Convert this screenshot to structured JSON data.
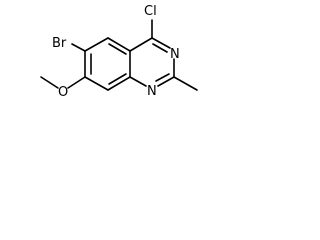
{
  "molecule": {
    "atoms": {
      "chlorine": "Cl",
      "nitrogen_upper": "N",
      "nitrogen_lower": "N",
      "bromine": "Br",
      "oxygen": "O"
    },
    "colors": {
      "bond": "#000000",
      "text": "#000000",
      "background": "#ffffff"
    }
  }
}
